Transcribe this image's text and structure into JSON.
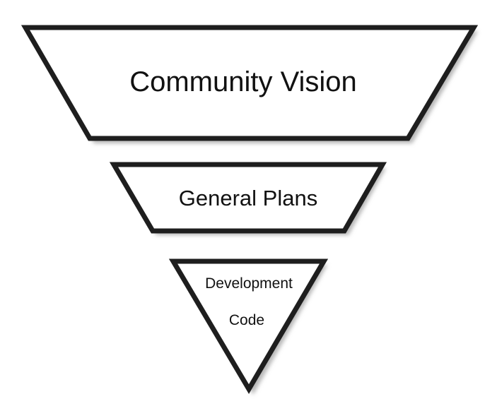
{
  "levels": [
    {
      "id": "community-vision",
      "label": "Community Vision"
    },
    {
      "id": "general-plans",
      "label": "General Plans"
    },
    {
      "id": "development-code",
      "label_line1": "Development",
      "label_line2": "Code"
    }
  ]
}
